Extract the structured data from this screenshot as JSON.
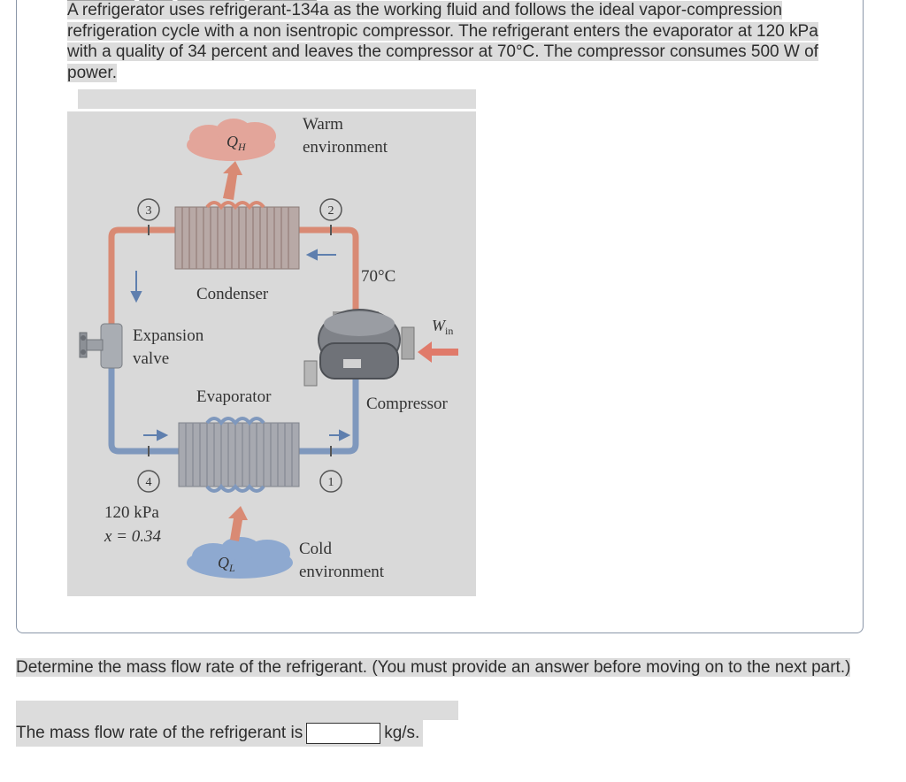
{
  "problem": {
    "text": "A refrigerator uses refrigerant-134a as the working fluid and follows the ideal vapor-compression refrigeration cycle with a non isentropic compressor. The refrigerant enters the evaporator at 120 kPa with a quality of 34 percent and leaves the compressor at 70°C. The compressor consumes 500 W of power."
  },
  "figure": {
    "state1": "1",
    "state2": "2",
    "state3": "3",
    "state4": "4",
    "qh": "Q",
    "qh_sub": "H",
    "ql": "Q",
    "ql_sub": "L",
    "win": "W",
    "win_sub": "in",
    "warm_env_line1": "Warm",
    "warm_env_line2": "environment",
    "cold_env_line1": "Cold",
    "cold_env_line2": "environment",
    "condenser": "Condenser",
    "evaporator": "Evaporator",
    "expansion_line1": "Expansion",
    "expansion_line2": "valve",
    "compressor": "Compressor",
    "temp_label": "70°C",
    "pressure_label": "120 kPa",
    "quality_label": "x = 0.34",
    "colors": {
      "hot_pipe": "#d98a74",
      "cold_pipe": "#7f98bd",
      "background": "#d9d9d9"
    }
  },
  "question": {
    "text": "Determine the mass flow rate of the refrigerant. (You must provide an answer before moving on to the next part.)"
  },
  "answer": {
    "prefix": "The mass flow rate of the refrigerant is",
    "value": "",
    "unit": "kg/s."
  }
}
